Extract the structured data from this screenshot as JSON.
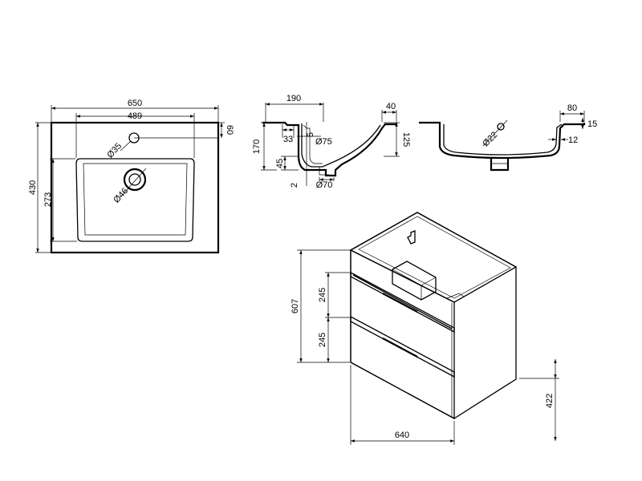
{
  "top_view": {
    "overall_width": "650",
    "tap_offset_width": "489",
    "overall_depth": "430",
    "basin_depth": "273",
    "tap_from_edge": "60",
    "tap_hole_diameter": "Ø35",
    "waste_hole_diameter": "Ø46"
  },
  "side_section": {
    "depth_to_waste": "190",
    "rim_depth": "40",
    "height": "170",
    "basin_height": "125",
    "overflow_offset": "33",
    "slope": "5",
    "waste_diameter": "Ø75",
    "trap_offset": "45",
    "trap_diameter": "Ø70",
    "small_note": "2"
  },
  "front_section": {
    "rim_width": "80",
    "rim_thickness": "15",
    "wall_thickness": "12",
    "hole_diameter": "Ø22"
  },
  "cabinet": {
    "height": "607",
    "drawer_top_height": "245",
    "drawer_bottom_height": "245",
    "width": "640",
    "floor_clearance": "422"
  }
}
